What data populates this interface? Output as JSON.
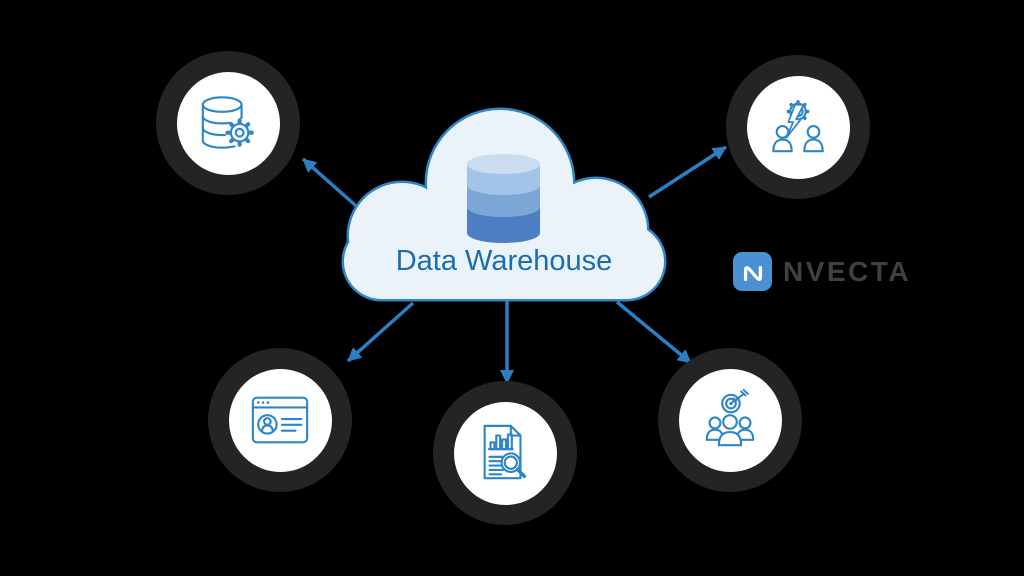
{
  "canvas": {
    "background": "#000000"
  },
  "cloud": {
    "label": "Data Warehouse",
    "icon": "database-cylinder-icon",
    "fill": "#ebf3fa",
    "border_color": "#2e86c6",
    "label_color": "#1c6dad",
    "cylinder_colors": [
      "#ccdcf0",
      "#a3c4e8",
      "#7da6d8",
      "#4d7ec2"
    ]
  },
  "nodes": [
    {
      "id": "database-management",
      "position": "top-left",
      "icon": "database-gear-icon"
    },
    {
      "id": "team-process-automation",
      "position": "top-right",
      "icon": "users-gear-lightning-icon"
    },
    {
      "id": "user-profile-portal",
      "position": "bottom-left",
      "icon": "browser-profile-icon"
    },
    {
      "id": "report-analysis",
      "position": "bottom-center",
      "icon": "report-magnifier-icon"
    },
    {
      "id": "audience-targeting",
      "position": "bottom-right",
      "icon": "team-target-icon"
    }
  ],
  "node_style": {
    "ring_color": "#242424",
    "circle_color": "#ffffff",
    "icon_color": "#2e86c6"
  },
  "arrows": {
    "color": "#2b80c4",
    "count": 5,
    "directions": [
      "cloud-to-top-left",
      "cloud-to-top-right",
      "cloud-to-bottom-left",
      "cloud-to-bottom-center",
      "cloud-to-bottom-right"
    ]
  },
  "logo": {
    "text": "NVECTA",
    "icon": "nvecta-wave-icon",
    "mark_color": "#4b90d2",
    "text_color": "#3e4144"
  }
}
